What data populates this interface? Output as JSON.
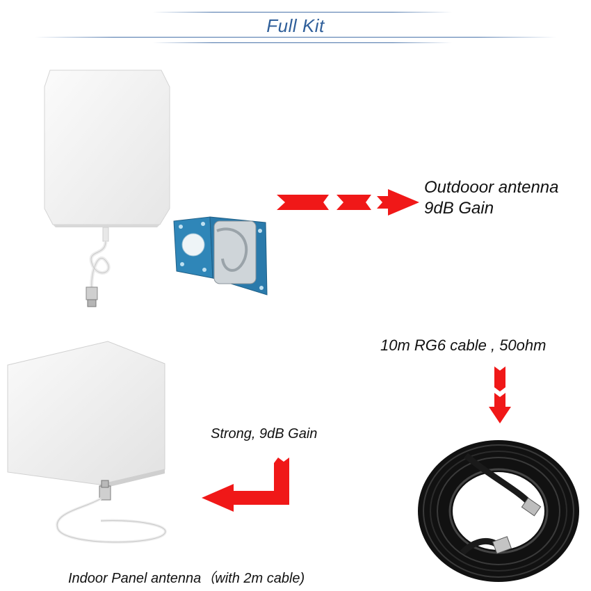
{
  "header": {
    "title": "Full Kit"
  },
  "outdoor": {
    "line1": "Outdooor antenna",
    "line2": "9dB Gain"
  },
  "cable": {
    "label": "10m RG6 cable , 50ohm"
  },
  "indoor": {
    "strong_label": "Strong, 9dB Gain",
    "caption": "Indoor Panel antenna（with 2m cable)"
  },
  "colors": {
    "title_blue": "#2f5f9a",
    "arrow_red": "#f01818",
    "rule_blue": "#4a74aa"
  }
}
